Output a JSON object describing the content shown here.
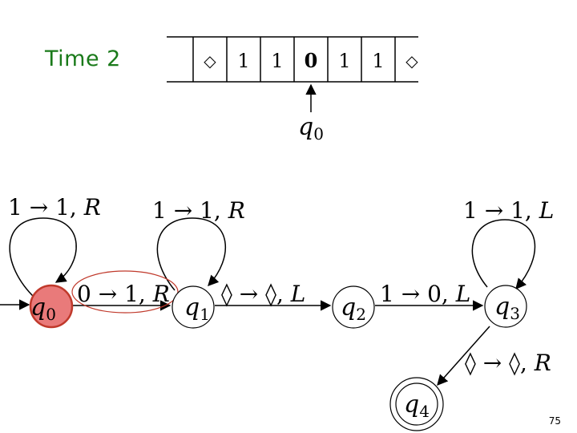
{
  "title": "Time 2",
  "page_number": "75",
  "tape": {
    "cells": [
      "◇",
      "1",
      "1",
      "0",
      "1",
      "1",
      "◇"
    ],
    "head_index": 3,
    "head_state": "q",
    "head_state_sub": "0"
  },
  "states": [
    {
      "name": "q",
      "sub": "0",
      "current": true,
      "accepting": false,
      "start": true
    },
    {
      "name": "q",
      "sub": "1",
      "current": false,
      "accepting": false,
      "start": false
    },
    {
      "name": "q",
      "sub": "2",
      "current": false,
      "accepting": false,
      "start": false
    },
    {
      "name": "q",
      "sub": "3",
      "current": false,
      "accepting": false,
      "start": false
    },
    {
      "name": "q",
      "sub": "4",
      "current": false,
      "accepting": true,
      "start": false
    }
  ],
  "transitions": {
    "q0_loop": {
      "read": "1",
      "write": "1",
      "move": "R"
    },
    "q0_q1": {
      "read": "0",
      "write": "1",
      "move": "R",
      "highlighted": true
    },
    "q1_loop": {
      "read": "1",
      "write": "1",
      "move": "R"
    },
    "q1_q2": {
      "read": "◊",
      "write": "◊",
      "move": "L"
    },
    "q2_q3": {
      "read": "1",
      "write": "0",
      "move": "L"
    },
    "q3_loop": {
      "read": "1",
      "write": "1",
      "move": "L"
    },
    "q3_q4": {
      "read": "◊",
      "write": "◊",
      "move": "R"
    }
  },
  "colors": {
    "title": "#1a7a1a",
    "current_state_fill": "#e97a7a",
    "current_state_stroke": "#c0392b",
    "highlight_ellipse": "#c0392b"
  }
}
